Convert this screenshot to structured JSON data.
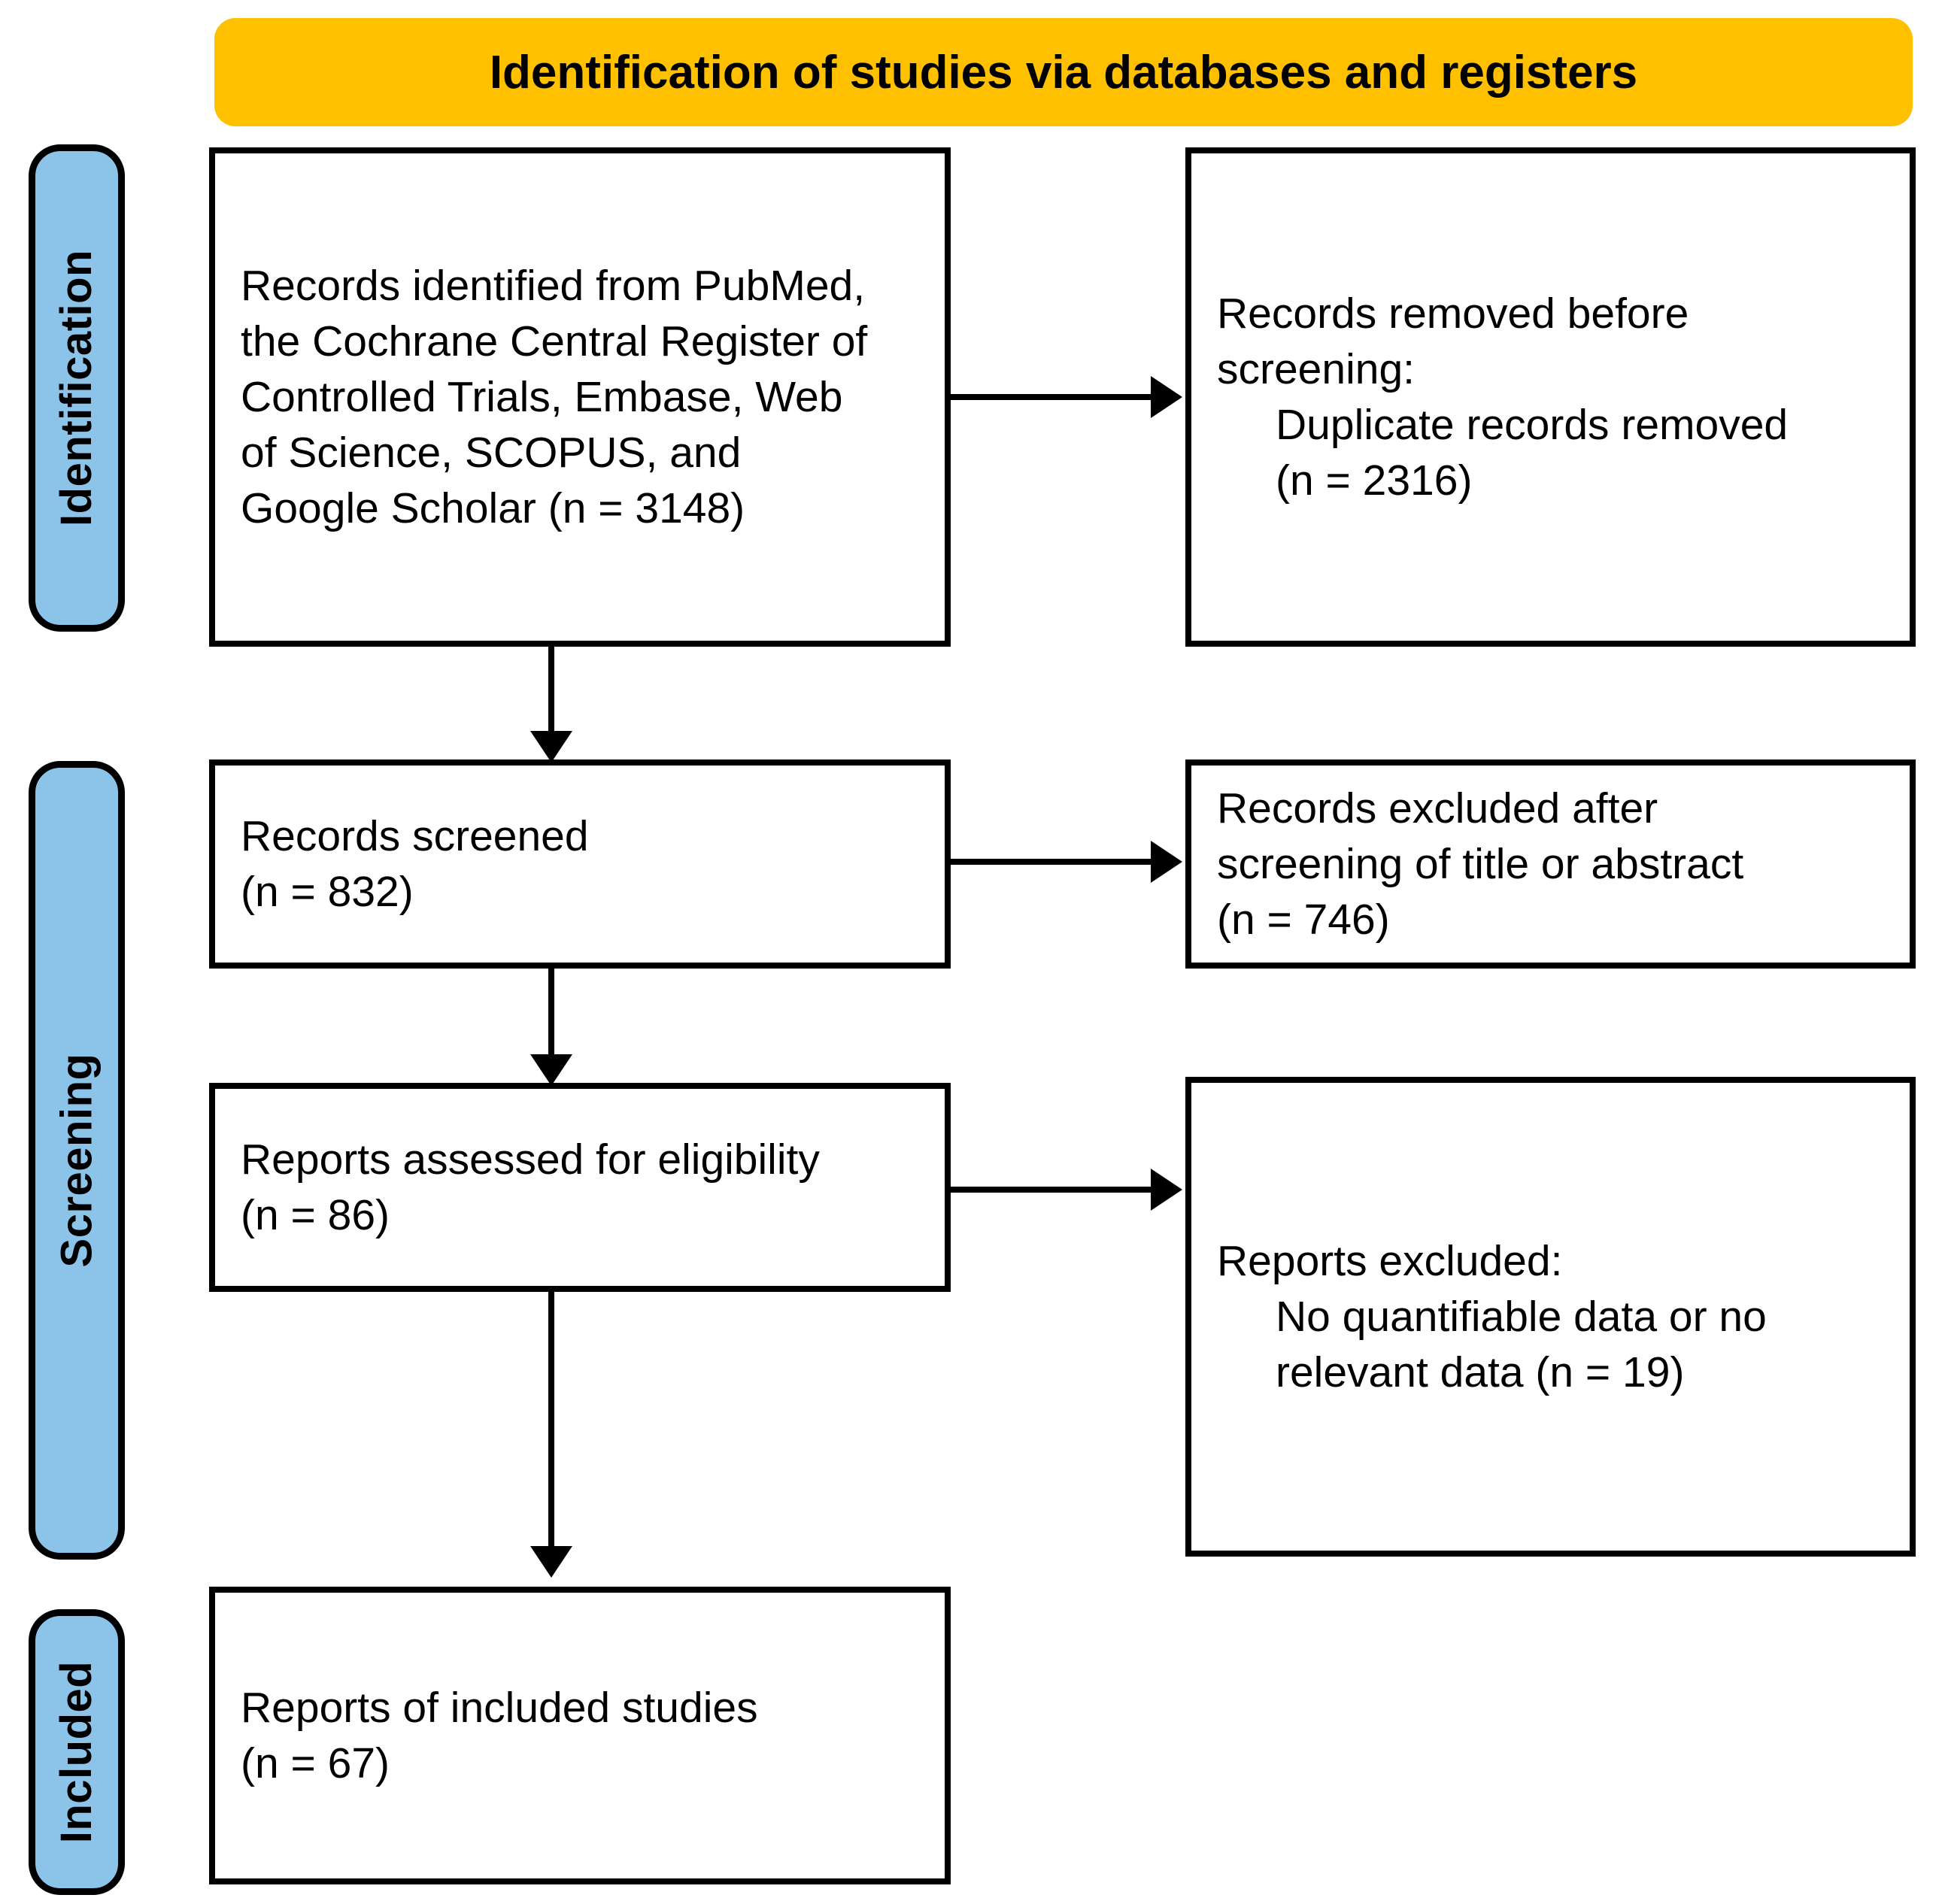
{
  "diagram": {
    "type": "prisma-flow-diagram",
    "banner": {
      "title": "Identification of studies via databases and registers",
      "color": "#ffc000"
    },
    "phases": [
      {
        "id": "identification",
        "label": "Identification",
        "color": "#8cc3e8"
      },
      {
        "id": "screening",
        "label": "Screening",
        "color": "#8cc3e8"
      },
      {
        "id": "included",
        "label": "Included",
        "color": "#8cc3e8"
      }
    ],
    "boxes": {
      "identified": {
        "line1": "Records identified from PubMed,",
        "line2": "the Cochrane Central Register of",
        "line3": "Controlled Trials, Embase, Web",
        "line4": "of Science, SCOPUS, and",
        "line5": "Google Scholar (n = 3148)",
        "count": 3148
      },
      "removed_before_screening": {
        "line1": "Records removed before",
        "line2": "screening:",
        "line3": "Duplicate records removed",
        "line4": "(n = 2316)",
        "count": 2316
      },
      "records_screened": {
        "line1": "Records screened",
        "line2": "(n = 832)",
        "count": 832
      },
      "records_excluded": {
        "line1": "Records excluded after",
        "line2": "screening of title or abstract",
        "line3": "(n = 746)",
        "count": 746
      },
      "reports_assessed": {
        "line1": "Reports assessed for eligibility",
        "line2": "(n = 86)",
        "count": 86
      },
      "reports_excluded": {
        "line1": "Reports excluded:",
        "line2": "No quantifiable data or no",
        "line3": "relevant data (n = 19)",
        "count": 19
      },
      "reports_included": {
        "line1": "Reports of included studies",
        "line2": "(n = 67)",
        "count": 67
      }
    }
  }
}
